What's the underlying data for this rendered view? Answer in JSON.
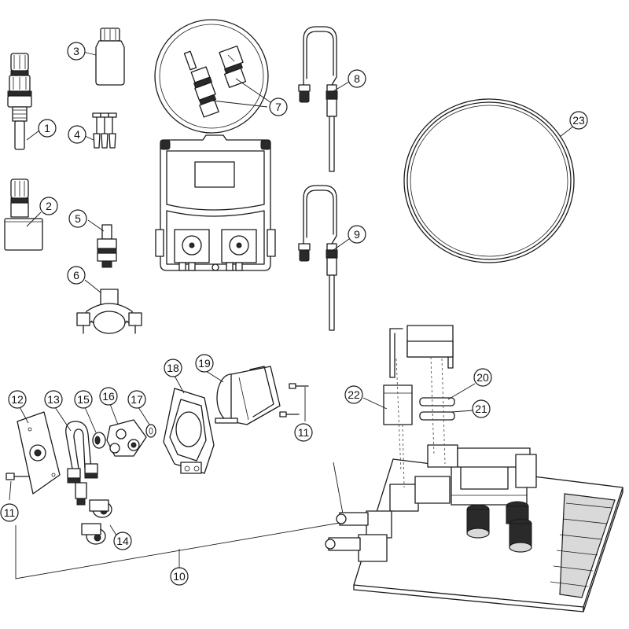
{
  "labels": {
    "n1": "1",
    "n2": "2",
    "n3": "3",
    "n4": "4",
    "n5": "5",
    "n6": "6",
    "n7": "7",
    "n8": "8",
    "n9": "9",
    "n10": "10",
    "n11a": "11",
    "n11b": "11",
    "n12": "12",
    "n13": "13",
    "n14": "14",
    "n15": "15",
    "n16": "16",
    "n17": "17",
    "n18": "18",
    "n19": "19",
    "n20": "20",
    "n21": "21",
    "n22": "22",
    "n23": "23"
  }
}
